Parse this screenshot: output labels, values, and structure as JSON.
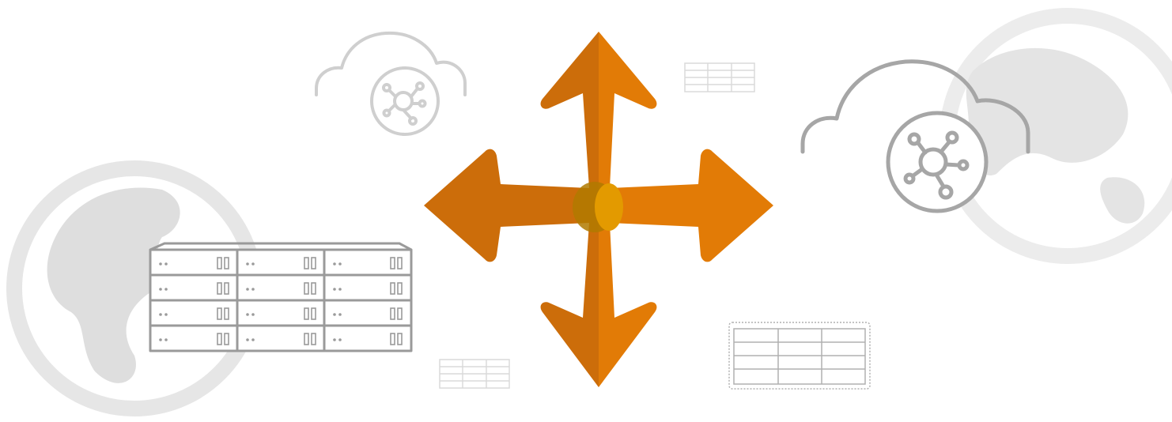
{
  "scene": {
    "background": "#ffffff",
    "colors": {
      "globe_ring": "#e6e6e6",
      "globe_land": "#d9d9d9",
      "cloud_light": "#cfcfcf",
      "cloud_dark": "#a6a6a6",
      "server_stroke": "#9a9a9a",
      "arrow_left_half": "#cc6d0a",
      "arrow_right_half": "#e27b06",
      "arrow_center": "#e39a00",
      "arrow_center_shadow": "#b07a00"
    },
    "icons": [
      "globe-icon-left",
      "globe-icon-right",
      "cloud-network-icon-small",
      "cloud-network-icon-large",
      "server-rack-icon-large",
      "server-rack-icon-small-top",
      "server-rack-icon-small-bottom",
      "server-rack-icon-dashed",
      "four-way-arrows-icon"
    ]
  }
}
